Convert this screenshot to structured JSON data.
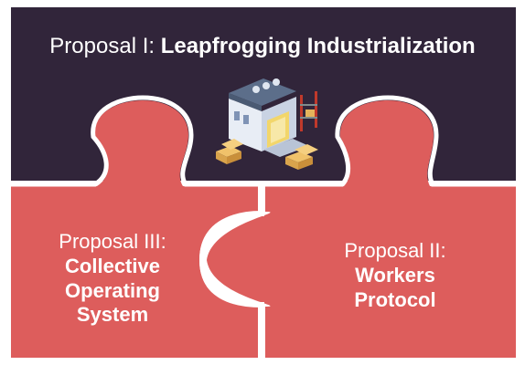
{
  "proposal_1": {
    "prefix": "Proposal I: ",
    "name": "Leapfrogging Industrialization"
  },
  "proposal_3": {
    "prefix": "Proposal III:",
    "name_lines": [
      "Collective",
      "Operating",
      "System"
    ]
  },
  "proposal_2": {
    "prefix": "Proposal II:",
    "name_lines": [
      "Workers",
      "Protocol"
    ]
  },
  "colors": {
    "top_piece": "#31253a",
    "bottom_pieces": "#dd5d5c",
    "gap": "#ffffff"
  },
  "icons": {
    "center": "factory-warehouse-icon"
  }
}
